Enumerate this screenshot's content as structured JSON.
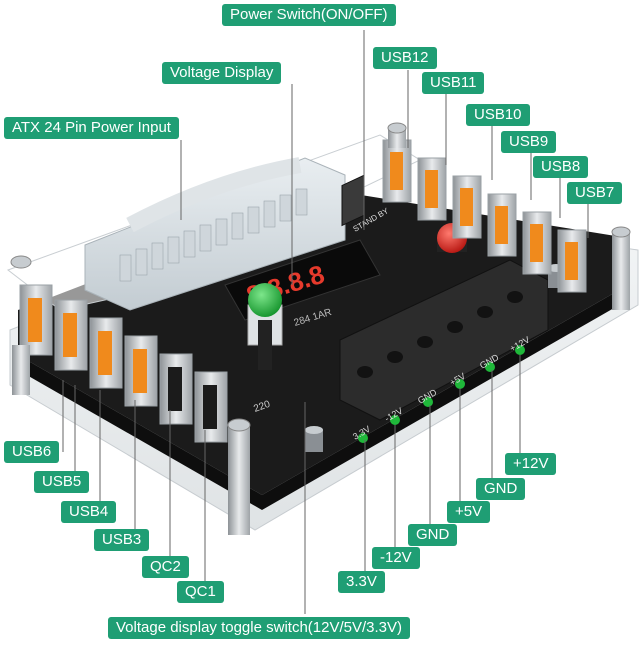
{
  "labels": {
    "power_switch": "Power Switch(ON/OFF)",
    "voltage_display": "Voltage  Display",
    "atx_input": "ATX 24 Pin Power Input",
    "usb12": "USB12",
    "usb11": "USB11",
    "usb10": "USB10",
    "usb9": "USB9",
    "usb8": "USB8",
    "usb7": "USB7",
    "usb6": "USB6",
    "usb5": "USB5",
    "usb4": "USB4",
    "usb3": "USB3",
    "qc2": "QC2",
    "qc1": "QC1",
    "plus12v": "+12V",
    "gnd_a": "GND",
    "plus5v": "+5V",
    "gnd_b": "GND",
    "minus12v": "-12V",
    "v33": "3.3V",
    "toggle_switch": "Voltage display toggle switch(12V/5V/3.3V)"
  },
  "board_text": {
    "display_digits": "8.8.8.8",
    "display_sub": "284  1AR",
    "stand_by": "STAND BY",
    "switch_marker": "220",
    "silk_33v": "3.3V",
    "silk_m12v": "-12V",
    "silk_gnd1": "GND",
    "silk_p5v": "+5V",
    "silk_gnd2": "GND",
    "silk_p12v": "+12V"
  },
  "colors": {
    "callout_green": "#1f9e74",
    "pcb_black": "#1b1b1b",
    "usb_orange": "#f08a1c",
    "button_red": "#d7261e",
    "button_green": "#1fb83a"
  }
}
